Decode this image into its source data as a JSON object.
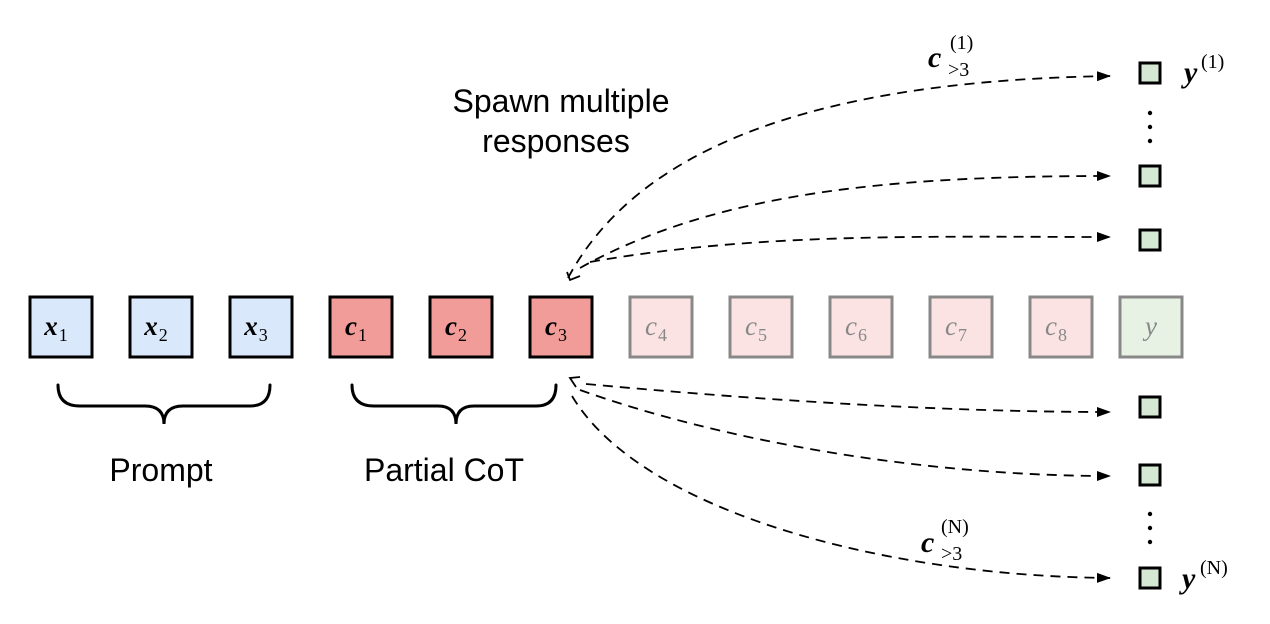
{
  "diagram": {
    "tokens": [
      {
        "sym": "x",
        "sub": "1",
        "bold": true,
        "style": "prompt"
      },
      {
        "sym": "x",
        "sub": "2",
        "bold": true,
        "style": "prompt"
      },
      {
        "sym": "x",
        "sub": "3",
        "bold": true,
        "style": "prompt"
      },
      {
        "sym": "c",
        "sub": "1",
        "bold": true,
        "style": "partial"
      },
      {
        "sym": "c",
        "sub": "2",
        "bold": true,
        "style": "partial"
      },
      {
        "sym": "c",
        "sub": "3",
        "bold": true,
        "style": "partial"
      },
      {
        "sym": "c",
        "sub": "4",
        "bold": false,
        "style": "future"
      },
      {
        "sym": "c",
        "sub": "5",
        "bold": false,
        "style": "future"
      },
      {
        "sym": "c",
        "sub": "6",
        "bold": false,
        "style": "future"
      },
      {
        "sym": "c",
        "sub": "7",
        "bold": false,
        "style": "future"
      },
      {
        "sym": "c",
        "sub": "8",
        "bold": false,
        "style": "future"
      },
      {
        "sym": "y",
        "sub": "",
        "bold": false,
        "style": "answer"
      }
    ],
    "styles": {
      "prompt": {
        "fill": "#dae8fc",
        "stroke": "#000000",
        "text": "#000000"
      },
      "partial": {
        "fill": "#f19c99",
        "stroke": "#000000",
        "text": "#000000"
      },
      "future": {
        "fill": "#fbe3e3",
        "stroke": "#888888",
        "text": "#888888"
      },
      "answer": {
        "fill": "#e8f2e4",
        "stroke": "#888888",
        "text": "#888888"
      },
      "response_node": {
        "fill": "#d5e8d4",
        "stroke": "#000000"
      }
    },
    "labels": {
      "prompt": "Prompt",
      "partial_cot": "Partial CoT",
      "spawn_line1": "Spawn multiple",
      "spawn_line2": "responses"
    },
    "math": {
      "c_top_sup": "(1)",
      "c_top_sub": ">3",
      "c_bot_sup": "(N)",
      "c_bot_sub": ">3",
      "y_top_sym": "y",
      "y_top_sup": "(1)",
      "y_bot_sym": "y",
      "y_bot_sup": "(N)"
    },
    "response_count_top": 3,
    "response_count_bottom": 3
  }
}
